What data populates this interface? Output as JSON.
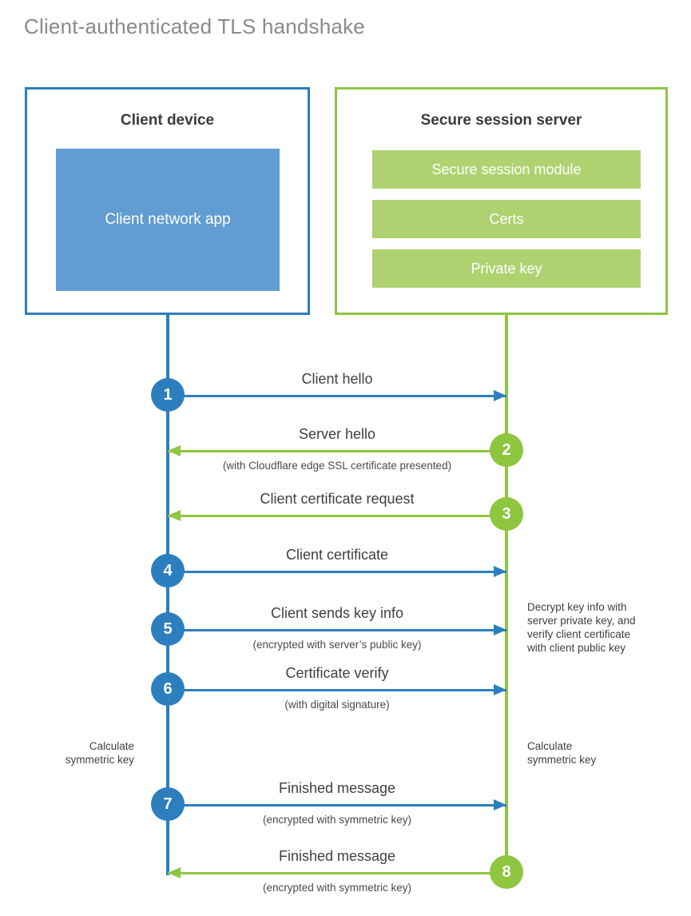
{
  "title": "Client-authenticated TLS handshake",
  "colors": {
    "client_blue": "#2C7EBE",
    "client_app_blue": "#619CD2",
    "server_green": "#8DC63F",
    "server_row_green": "#AFD271",
    "title_gray": "#8a8a8a",
    "text_gray": "#404040"
  },
  "parties": {
    "client": {
      "title": "Client device",
      "app_label": "Client network app"
    },
    "server": {
      "title": "Secure session server",
      "rows": [
        "Secure session module",
        "Certs",
        "Private key"
      ]
    }
  },
  "steps": [
    {
      "number": "1",
      "label": "Client hello",
      "sub": "",
      "direction": "to-server",
      "side": "client"
    },
    {
      "number": "2",
      "label": "Server hello",
      "sub": "(with Cloudflare edge SSL certificate presented)",
      "direction": "to-client",
      "side": "server"
    },
    {
      "number": "3",
      "label": "Client certificate request",
      "sub": "",
      "direction": "to-client",
      "side": "server"
    },
    {
      "number": "4",
      "label": "Client certificate",
      "sub": "",
      "direction": "to-server",
      "side": "client"
    },
    {
      "number": "5",
      "label": "Client sends key info",
      "sub": "(encrypted with server’s public key)",
      "direction": "to-server",
      "side": "client"
    },
    {
      "number": "6",
      "label": "Certificate verify",
      "sub": "(with digital signature)",
      "direction": "to-server",
      "side": "client"
    },
    {
      "number": "7",
      "label": "Finished message",
      "sub": "(encrypted with symmetric key)",
      "direction": "to-server",
      "side": "client"
    },
    {
      "number": "8",
      "label": "Finished message",
      "sub": "(encrypted with symmetric key)",
      "direction": "to-client",
      "side": "server"
    }
  ],
  "annotations": {
    "server_decrypt": "Decrypt key info with\nserver private key, and\nverify client certificate\nwith client public key",
    "client_calculate": "Calculate\nsymmetric key",
    "server_calculate": "Calculate\nsymmetric key"
  }
}
